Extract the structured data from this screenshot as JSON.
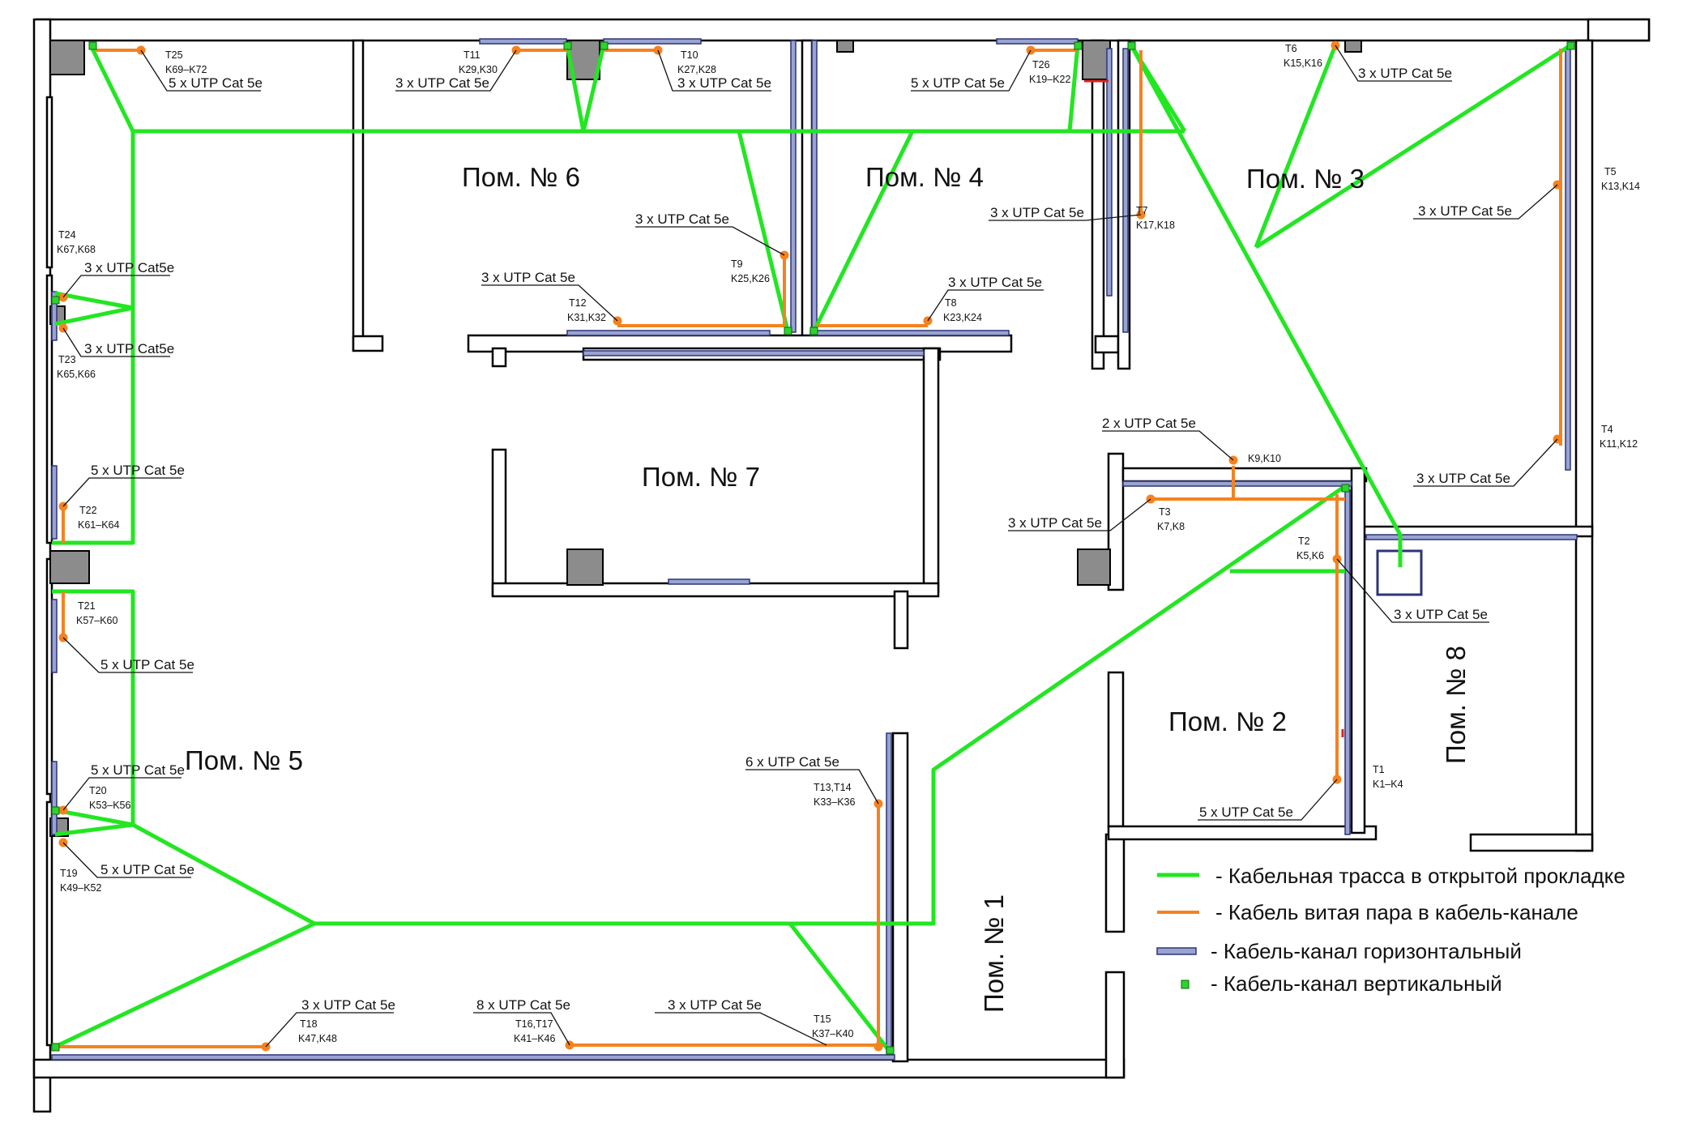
{
  "rooms": {
    "r1": "Пом. № 1",
    "r2": "Пом. № 2",
    "r3": "Пом. № 3",
    "r4": "Пом. № 4",
    "r5": "Пом. № 5",
    "r6": "Пом. № 6",
    "r7": "Пом. № 7",
    "r8": "Пом. № 8"
  },
  "cables": {
    "c_t25": "5 x UTP Cat 5e",
    "c_t11": "3 x UTP Cat 5e",
    "c_t10": "3 x UTP Cat 5e",
    "c_t26": "5 x UTP Cat 5e",
    "c_t6": "3 x UTP Cat 5e",
    "c_t5": "3 x UTP Cat 5e",
    "c_t7": "3 x UTP Cat 5e",
    "c_t9": "3 x UTP Cat 5e",
    "c_t12": "3 x UTP Cat 5e",
    "c_t8": "3 x UTP Cat 5e",
    "c_t24": "3 x UTP Cat5e",
    "c_t23": "3 x UTP Cat5e",
    "c_t22": "5 x UTP Cat 5e",
    "c_t21": "5 x UTP Cat 5e",
    "c_t20": "5 x UTP Cat 5e",
    "c_t19": "5 x UTP Cat 5e",
    "c_k910": "2 x UTP Cat 5e",
    "c_t3": "3 x UTP Cat 5e",
    "c_t4": "3 x UTP Cat 5e",
    "c_t2": "3 x UTP Cat 5e",
    "c_t1": "5 x UTP Cat 5e",
    "c_t1314": "6 x UTP Cat 5e",
    "c_t18": "3 x UTP Cat 5e",
    "c_t1617": "8 x UTP Cat 5e",
    "c_t15": "3 x UTP Cat 5e"
  },
  "points": {
    "t25a": "T25",
    "t25b": "K69–K72",
    "t11a": "T11",
    "t11b": "K29,K30",
    "t10a": "T10",
    "t10b": "K27,K28",
    "t26a": "T26",
    "t26b": "K19–K22",
    "t6a": "T6",
    "t6b": "K15,K16",
    "t5a": "T5",
    "t5b": "K13,K14",
    "t7a": "T7",
    "t7b": "K17,K18",
    "t9a": "T9",
    "t9b": "K25,K26",
    "t12a": "T12",
    "t12b": "K31,K32",
    "t8a": "T8",
    "t8b": "K23,K24",
    "t24a": "T24",
    "t24b": "K67,K68",
    "t23a": "T23",
    "t23b": "K65,K66",
    "t22a": "T22",
    "t22b": "K61–K64",
    "t21a": "T21",
    "t21b": "K57–K60",
    "t20a": "T20",
    "t20b": "K53–K56",
    "t19a": "T19",
    "t19b": "K49–K52",
    "k910": "K9,K10",
    "t3a": "T3",
    "t3b": "K7,K8",
    "t4a": "T4",
    "t4b": "K11,K12",
    "t2a": "T2",
    "t2b": "K5,K6",
    "t1a": "T1",
    "t1b": "K1–K4",
    "t1314a": "T13,T14",
    "t1314b": "K33–K36",
    "t18a": "T18",
    "t18b": "K47,K48",
    "t1617a": "T16,T17",
    "t1617b": "K41–K46",
    "t15a": "T15",
    "t15b": "K37–K40"
  },
  "legend": {
    "open_route": "- Кабельная трасса в открытой прокладке",
    "twisted_pair": "- Кабель витая пара в кабель-канале",
    "horizontal_channel": "- Кабель-канал горизонтальный",
    "vertical_channel": "- Кабель-канал вертикальный",
    "colors": {
      "open_route": "#22e622",
      "twisted_pair": "#f5821f",
      "horizontal_channel": "#2c3577",
      "vertical_channel": "#2fd22f"
    }
  }
}
